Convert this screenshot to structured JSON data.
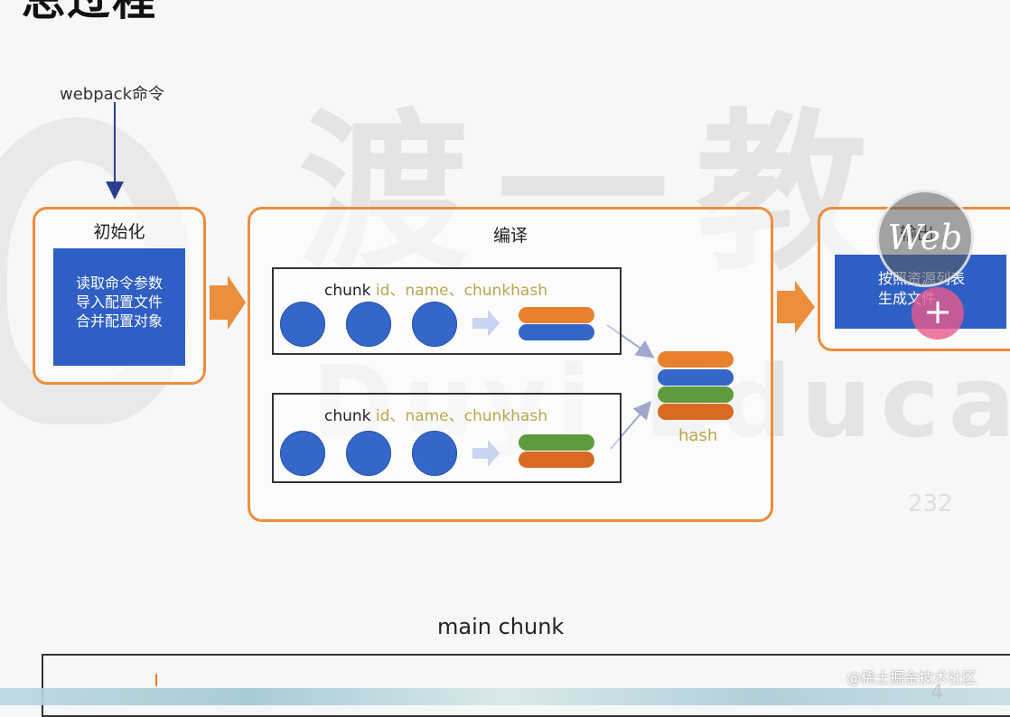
{
  "page": {
    "title_fragment": "总过程"
  },
  "watermark": {
    "big_text": "渡一教",
    "en_text": "Duyi Educat",
    "number": "232",
    "number_bottom": "4"
  },
  "diagram": {
    "command": "webpack命令",
    "init": {
      "title": "初始化",
      "lines": [
        "读取命令参数",
        "导入配置文件",
        "合并配置对象"
      ]
    },
    "compile": {
      "title": "编译",
      "chunks": [
        {
          "k": "chunk",
          "rest": " id、name、chunkhash"
        },
        {
          "k": "chunk",
          "rest": " id、name、chunkhash"
        }
      ],
      "hash_label": "hash"
    },
    "output": {
      "title": "输出",
      "lines": [
        "按照资源列表",
        "生成文件"
      ]
    },
    "colors": {
      "orange": "#ec8e3c",
      "blue": "#3566c9",
      "green": "#5d9b3e",
      "panel": "#2f5fc4"
    }
  },
  "bottom": {
    "label": "main chunk"
  },
  "overlay": {
    "logo_text": "Web",
    "plus": "+",
    "credit": "@稀土掘金技术社区"
  }
}
